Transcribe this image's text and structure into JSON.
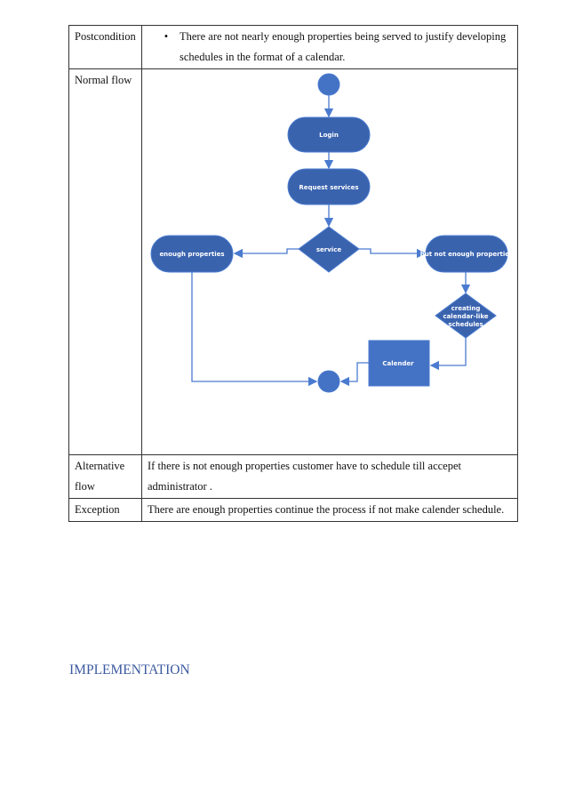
{
  "table": {
    "rows": [
      {
        "label": "Postcondition",
        "bullet": "•",
        "text": "There are not nearly enough properties being served to justify developing schedules in the format of a calendar."
      },
      {
        "label": "Normal flow"
      },
      {
        "label": "Alternative flow",
        "text": "If there is not enough properties customer have to schedule till accepet administrator  ."
      },
      {
        "label": "Exception",
        "text": "There are enough properties continue  the process if not make calender schedule."
      }
    ]
  },
  "diagram": {
    "color": "#3a63ae",
    "arrow_color": "#4a7bd0",
    "nodes": {
      "login": "Login",
      "request": "Request services",
      "service": "service",
      "enough": "enough properties",
      "not_enough": "but not enough properties",
      "creating": [
        "creating",
        "calendar-like",
        "schedules"
      ],
      "calender": "Calender"
    }
  },
  "heading": "IMPLEMENTATION"
}
